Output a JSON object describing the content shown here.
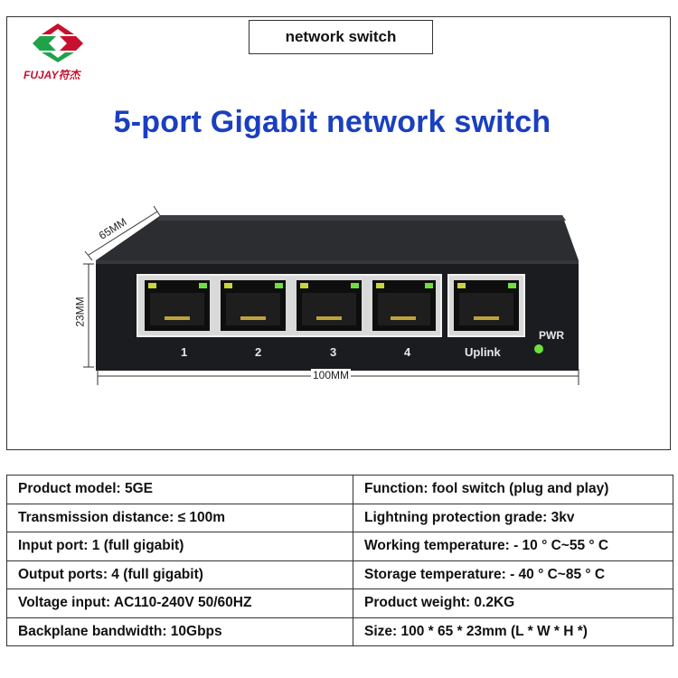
{
  "header": {
    "tab_label": "network switch",
    "logo_text": "FUJAY符杰",
    "headline": "5-port Gigabit network switch"
  },
  "device": {
    "port_labels": [
      "1",
      "2",
      "3",
      "4",
      "Uplink"
    ],
    "pwr_label": "PWR",
    "dimensions": {
      "depth": "65MM",
      "height": "23MM",
      "width": "100MM"
    }
  },
  "specs": [
    {
      "left": "Product model: 5GE",
      "right": "Function: fool switch (plug and play)"
    },
    {
      "left": "Transmission distance: ≤ 100m",
      "right": "Lightning protection grade: 3kv"
    },
    {
      "left": "Input port: 1 (full gigabit)",
      "right": "Working temperature: - 10 ° C~55 ° C"
    },
    {
      "left": "Output ports: 4 (full gigabit)",
      "right": "Storage temperature: - 40 ° C~85 ° C"
    },
    {
      "left": "Voltage input: AC110-240V 50/60HZ",
      "right": "Product weight: 0.2KG"
    },
    {
      "left": "Backplane bandwidth: 10Gbps",
      "right": "Size: 100 * 65 * 23mm (L * W * H *)"
    }
  ],
  "colors": {
    "headline": "#1a3fbf",
    "logo_red": "#c8102e",
    "logo_green": "#1fa34a",
    "led_green": "#6fe03a"
  }
}
